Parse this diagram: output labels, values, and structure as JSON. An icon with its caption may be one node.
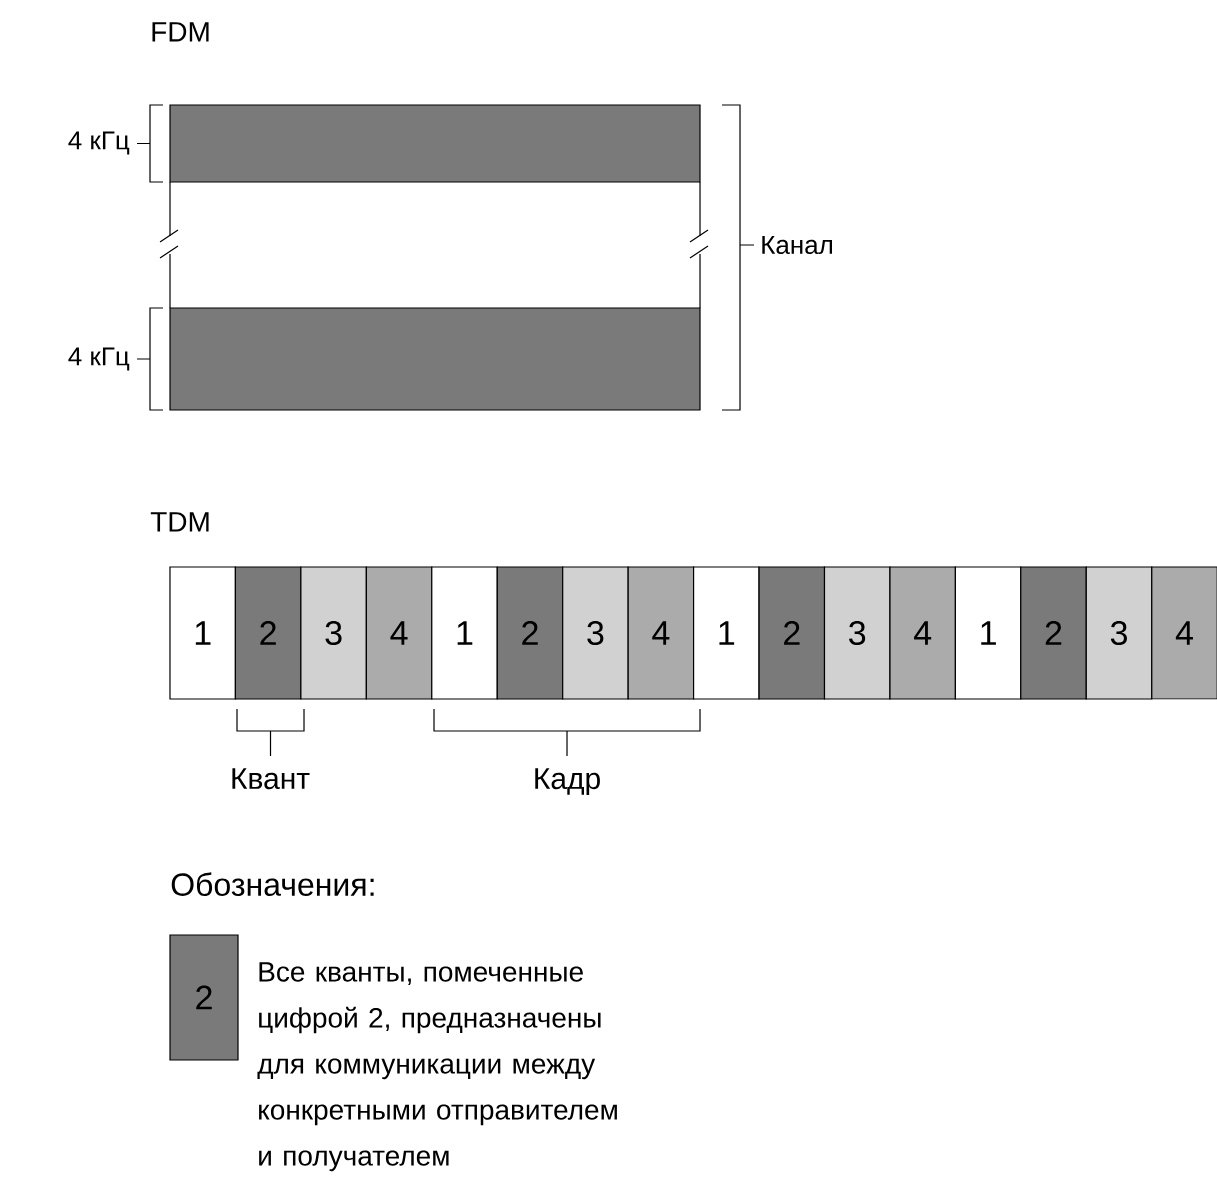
{
  "diagram": {
    "nodes": [
      {
        "text": [],
        "shape": "bar"
      },
      {
        "text": [],
        "shape": "bar"
      },
      {
        "text": [],
        "shape": "bar"
      },
      {
        "text": [
          "1"
        ]
      },
      {
        "text": [
          "2"
        ]
      },
      {
        "text": [
          "3"
        ]
      },
      {
        "text": [
          "4"
        ]
      },
      {
        "text": [
          "1"
        ]
      },
      {
        "text": [
          "2"
        ]
      },
      {
        "text": [
          "3"
        ]
      },
      {
        "text": [
          "4"
        ]
      },
      {
        "text": [
          "1"
        ]
      },
      {
        "text": [
          "2"
        ]
      },
      {
        "text": [
          "3"
        ]
      },
      {
        "text": [
          "4"
        ]
      },
      {
        "text": [
          "1"
        ]
      },
      {
        "text": [
          "2"
        ]
      },
      {
        "text": [
          "3"
        ]
      },
      {
        "text": [
          "4"
        ]
      },
      {
        "text": [
          "2"
        ],
        "beside": [
          "Все кванты, помеченные цифрой 2, предназначены для коммуникации между конкретными отправителем и получателем"
        ]
      }
    ],
    "labels": [
      "FDM",
      "4 кГц",
      "4 кГц",
      "Канал",
      "TDM",
      "Квант",
      "Кадр",
      "Обозначения:"
    ]
  }
}
